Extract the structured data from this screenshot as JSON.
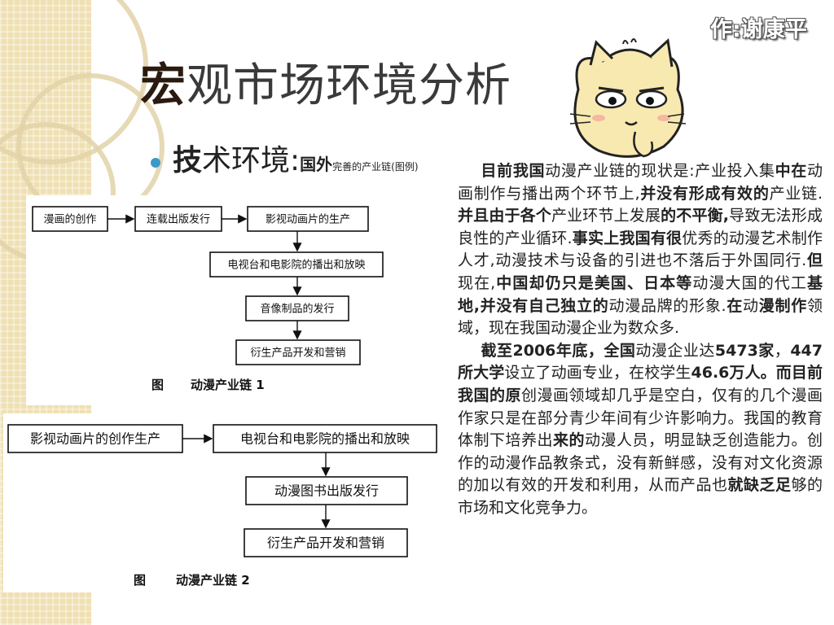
{
  "author": "作:谢康平",
  "title": {
    "first_char": "宏",
    "rest": "观市场环境分析"
  },
  "bullet": {
    "big": "技",
    "big_rest": "术环境:",
    "mid": "国外",
    "small": "完善的产业链(图例)"
  },
  "diagram1": {
    "boxes": {
      "a": "漫画的创作",
      "b": "连载出版发行",
      "c": "影视动画片的生产",
      "d": "电视台和电影院的播出和放映",
      "e": "音像制品的发行",
      "f": "衍生产品开发和营销"
    },
    "caption_label": "图",
    "caption_text": "动漫产业链 1"
  },
  "diagram2": {
    "boxes": {
      "a": "影视动画片的创作生产",
      "b": "电视台和电影院的播出和放映",
      "c": "动漫图书出版发行",
      "d": "衍生产品开发和营销"
    },
    "caption_label": "图",
    "caption_text": "动漫产业链 2"
  },
  "paragraph1": [
    {
      "t": "目前我国",
      "b": true
    },
    {
      "t": "动漫产业链的现状是:产业投入集",
      "b": false
    },
    {
      "t": "中在",
      "b": true
    },
    {
      "t": "动画制作与播出两个环节上,",
      "b": false
    },
    {
      "t": "并没有形成有效的",
      "b": true
    },
    {
      "t": "产业链.",
      "b": false
    },
    {
      "t": "并且由于各个",
      "b": true
    },
    {
      "t": "产业环节上发展",
      "b": false
    },
    {
      "t": "的不平衡,",
      "b": true
    },
    {
      "t": "导致无法形成良性的产业循环.",
      "b": false
    },
    {
      "t": "事实上我国有很",
      "b": true
    },
    {
      "t": "优秀的动漫艺术制作人才,动漫技术与设备的引进也不落后于外国同行.",
      "b": false
    },
    {
      "t": "但",
      "b": true
    },
    {
      "t": "现在,",
      "b": false
    },
    {
      "t": "中国却仍只是美国、日本等",
      "b": true
    },
    {
      "t": "动漫大国的代工",
      "b": false
    },
    {
      "t": "基地,并没有自己独立的",
      "b": true
    },
    {
      "t": "动漫品牌的形象.",
      "b": false
    },
    {
      "t": "在",
      "b": true
    },
    {
      "t": "动",
      "b": false
    },
    {
      "t": "漫制作",
      "b": true
    },
    {
      "t": "领域，现在我国动漫企业为数众多.",
      "b": false
    }
  ],
  "paragraph2": [
    {
      "t": "截至2006年底，全国",
      "b": true
    },
    {
      "t": "动漫企业达",
      "b": false
    },
    {
      "t": "5473家",
      "b": true
    },
    {
      "t": "，",
      "b": false
    },
    {
      "t": "447所大学",
      "b": true
    },
    {
      "t": "设立了动画专业，在校学生",
      "b": false
    },
    {
      "t": "46.6万人。而目前我国的原",
      "b": true
    },
    {
      "t": "创漫画领域却几乎是空白，仅有的几个漫画作家只是在部分青少年间有少许影响力。我国的教育体制下培养出",
      "b": false
    },
    {
      "t": "来的",
      "b": true
    },
    {
      "t": "动漫人员，明显缺乏创造能力。创作的动漫作品教条式，没有新鲜感，没有对文化资源的加以有效的开发和利用，从而产品也",
      "b": false
    },
    {
      "t": "就缺乏足",
      "b": true
    },
    {
      "t": "够的市场和文化竞争力。",
      "b": false
    }
  ]
}
